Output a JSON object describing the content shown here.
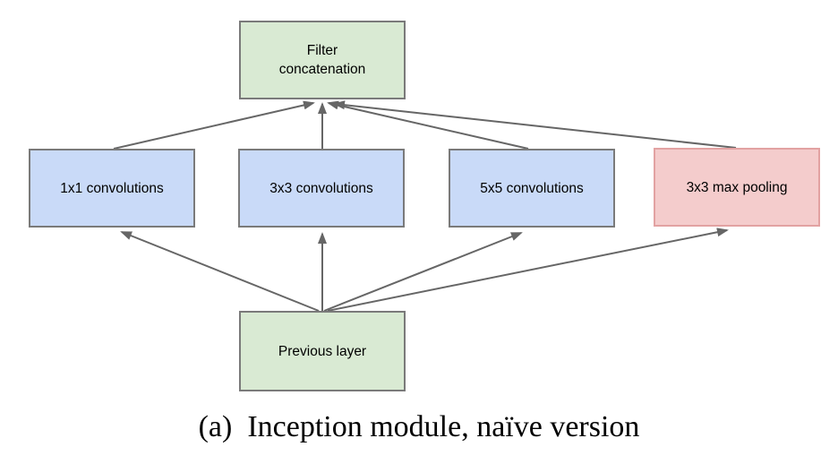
{
  "diagram": {
    "caption": "(a)  Inception module, naïve version",
    "nodes": [
      {
        "id": "filter-concatenation",
        "label": "Filter\nconcatenation",
        "role": "output",
        "fill": "#d9ead3",
        "border": "#7a7a7a"
      },
      {
        "id": "conv-1x1",
        "label": "1x1 convolutions",
        "role": "branch",
        "fill": "#c9daf8",
        "border": "#7a7a7a"
      },
      {
        "id": "conv-3x3",
        "label": "3x3 convolutions",
        "role": "branch",
        "fill": "#c9daf8",
        "border": "#7a7a7a"
      },
      {
        "id": "conv-5x5",
        "label": "5x5 convolutions",
        "role": "branch",
        "fill": "#c9daf8",
        "border": "#7a7a7a"
      },
      {
        "id": "max-pooling-3x3",
        "label": "3x3 max pooling",
        "role": "branch",
        "fill": "#f4cccc",
        "border": "#e2a2a2"
      },
      {
        "id": "previous-layer",
        "label": "Previous layer",
        "role": "input",
        "fill": "#d9ead3",
        "border": "#7a7a7a"
      }
    ],
    "edges": [
      {
        "from": "previous-layer",
        "to": "conv-1x1"
      },
      {
        "from": "previous-layer",
        "to": "conv-3x3"
      },
      {
        "from": "previous-layer",
        "to": "conv-5x5"
      },
      {
        "from": "previous-layer",
        "to": "max-pooling-3x3"
      },
      {
        "from": "conv-1x1",
        "to": "filter-concatenation"
      },
      {
        "from": "conv-3x3",
        "to": "filter-concatenation"
      },
      {
        "from": "conv-5x5",
        "to": "filter-concatenation"
      },
      {
        "from": "max-pooling-3x3",
        "to": "filter-concatenation"
      }
    ],
    "colors": {
      "green_fill": "#d9ead3",
      "blue_fill": "#c9daf8",
      "red_fill": "#f4cccc",
      "gray_border": "#7a7a7a",
      "red_border": "#e2a2a2",
      "arrow": "#666666",
      "text": "#000000",
      "background": "#ffffff"
    }
  }
}
